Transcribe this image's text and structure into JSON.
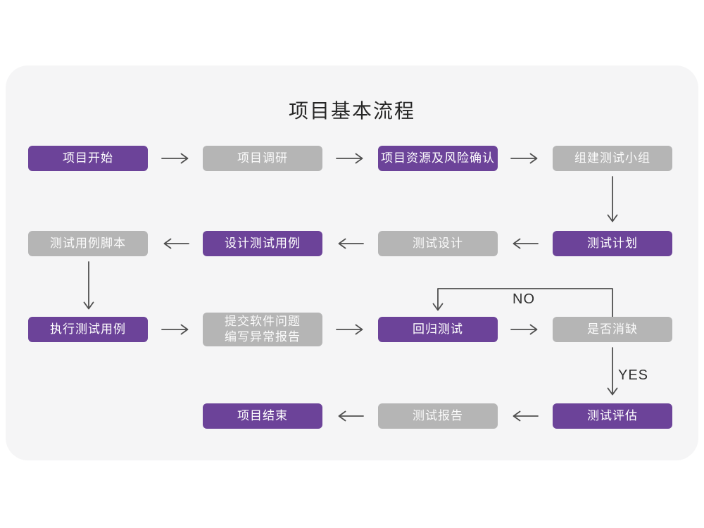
{
  "title": "项目基本流程",
  "colors": {
    "purple": "#6c4399",
    "gray": "#b5b5b5",
    "arrow": "#4f4f4f",
    "card_bg": "#f5f5f6",
    "page_bg": "#ffffff",
    "node_text": "#ffffff",
    "title_text": "#262626",
    "label_text": "#303030"
  },
  "nodes": [
    {
      "id": "project-start",
      "label": "项目开始",
      "variant": "purple"
    },
    {
      "id": "project-research",
      "label": "项目调研",
      "variant": "gray"
    },
    {
      "id": "resource-risk-confirm",
      "label": "项目资源及风险确认",
      "variant": "purple"
    },
    {
      "id": "build-test-team",
      "label": "组建测试小组",
      "variant": "gray"
    },
    {
      "id": "test-case-script",
      "label": "测试用例脚本",
      "variant": "gray"
    },
    {
      "id": "design-test-case",
      "label": "设计测试用例",
      "variant": "purple"
    },
    {
      "id": "test-design",
      "label": "测试设计",
      "variant": "gray"
    },
    {
      "id": "test-plan",
      "label": "测试计划",
      "variant": "purple"
    },
    {
      "id": "execute-test-case",
      "label": "执行测试用例",
      "variant": "purple"
    },
    {
      "id": "submit-issue-report",
      "label": "提交软件问题\n编写异常报告",
      "variant": "gray"
    },
    {
      "id": "regression-test",
      "label": "回归测试",
      "variant": "purple"
    },
    {
      "id": "defect-cleared",
      "label": "是否消缺",
      "variant": "gray"
    },
    {
      "id": "project-end",
      "label": "项目结束",
      "variant": "purple"
    },
    {
      "id": "test-report",
      "label": "测试报告",
      "variant": "gray"
    },
    {
      "id": "test-evaluation",
      "label": "测试评估",
      "variant": "purple"
    }
  ],
  "flow": {
    "edges": [
      {
        "from": "项目开始",
        "to": "项目调研",
        "label": ""
      },
      {
        "from": "项目调研",
        "to": "项目资源及风险确认",
        "label": ""
      },
      {
        "from": "项目资源及风险确认",
        "to": "组建测试小组",
        "label": ""
      },
      {
        "from": "组建测试小组",
        "to": "测试计划",
        "label": ""
      },
      {
        "from": "测试计划",
        "to": "测试设计",
        "label": ""
      },
      {
        "from": "测试设计",
        "to": "设计测试用例",
        "label": ""
      },
      {
        "from": "设计测试用例",
        "to": "测试用例脚本",
        "label": ""
      },
      {
        "from": "测试用例脚本",
        "to": "执行测试用例",
        "label": ""
      },
      {
        "from": "执行测试用例",
        "to": "提交软件问题 编写异常报告",
        "label": ""
      },
      {
        "from": "提交软件问题 编写异常报告",
        "to": "回归测试",
        "label": ""
      },
      {
        "from": "回归测试",
        "to": "是否消缺",
        "label": ""
      },
      {
        "from": "是否消缺",
        "to": "回归测试",
        "label": "NO"
      },
      {
        "from": "是否消缺",
        "to": "测试评估",
        "label": "YES"
      },
      {
        "from": "测试评估",
        "to": "测试报告",
        "label": ""
      },
      {
        "from": "测试报告",
        "to": "项目结束",
        "label": ""
      }
    ]
  }
}
